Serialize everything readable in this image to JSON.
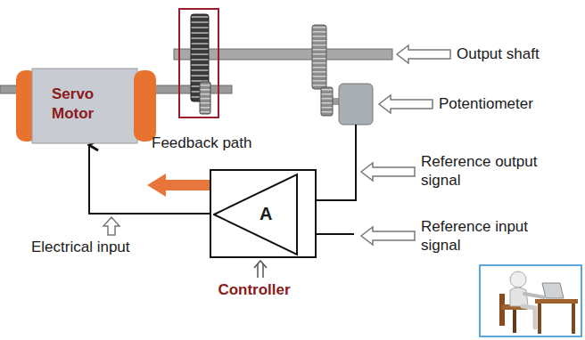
{
  "diagram": {
    "nodes": [
      {
        "text": [
          "Servo Motor"
        ]
      },
      {
        "text": [
          "Controller"
        ]
      },
      {
        "text": [
          "A"
        ],
        "in": 1
      }
    ],
    "edges": [
      {
        "from": 1,
        "to": 0,
        "arrow": "to"
      }
    ],
    "labels": [
      "Output shaft",
      "Potentiometer",
      "Feedback path",
      "Reference output signal",
      "Reference input signal",
      "Electrical input"
    ]
  }
}
